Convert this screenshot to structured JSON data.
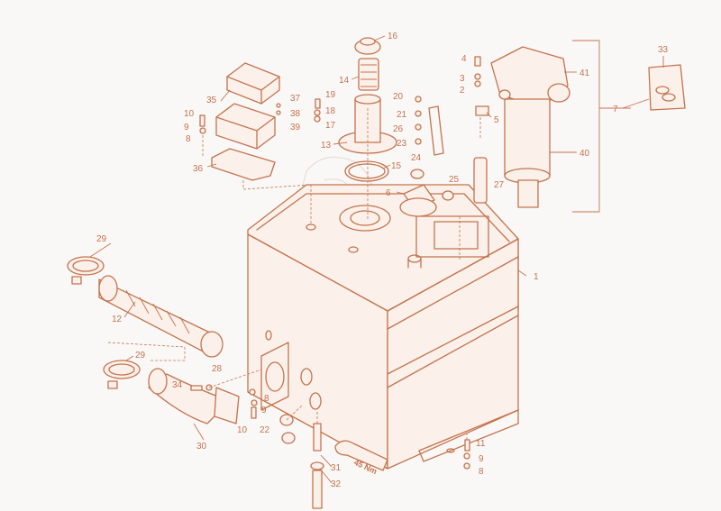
{
  "callouts": {
    "c1": "1",
    "c2": "2",
    "c3": "3",
    "c4": "4",
    "c5": "5",
    "c6": "6",
    "c7": "7",
    "c8a": "8",
    "c8b": "8",
    "c8c": "8",
    "c9a": "9",
    "c9b": "9",
    "c9c": "9",
    "c10a": "10",
    "c10b": "10",
    "c11": "11",
    "c12": "12",
    "c13": "13",
    "c14": "14",
    "c15": "15",
    "c16": "16",
    "c17": "17",
    "c18": "18",
    "c19": "19",
    "c20": "20",
    "c21": "21",
    "c22": "22",
    "c23": "23",
    "c24": "24",
    "c25": "25",
    "c26": "26",
    "c27": "27",
    "c28": "28",
    "c29a": "29",
    "c29b": "29",
    "c30": "30",
    "c31": "31",
    "c32": "32",
    "c33": "33",
    "c34": "34",
    "c35": "35",
    "c36": "36",
    "c37": "37",
    "c38": "38",
    "c39": "39",
    "c40": "40",
    "c41": "41"
  },
  "torque_label": "45 Nm",
  "colors": {
    "line": "#c4734d",
    "background": "#faf8f6",
    "watermark": "#e9ddd6"
  }
}
